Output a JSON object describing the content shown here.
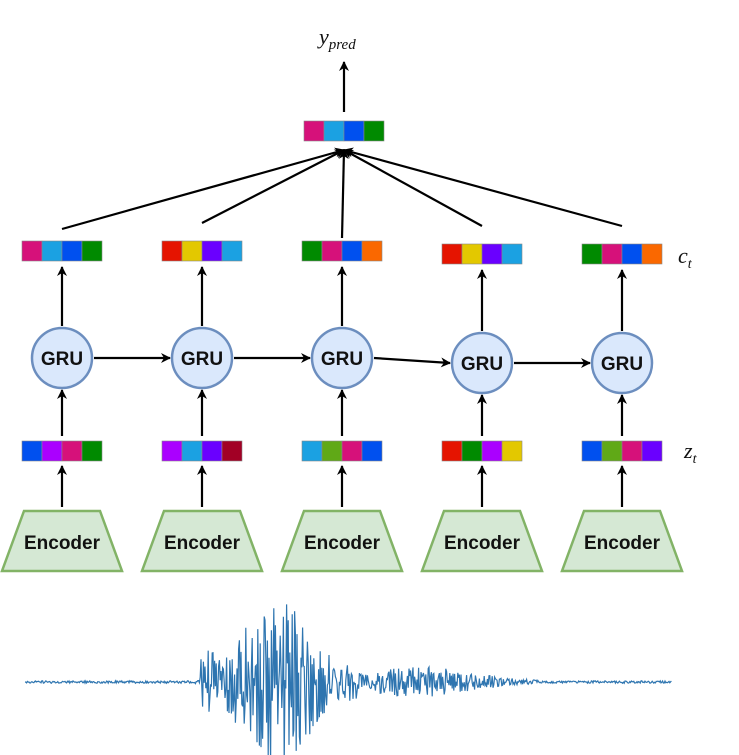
{
  "labels": {
    "output": "y",
    "output_sub": "pred",
    "context": "c",
    "context_sub": "t",
    "latent": "z",
    "latent_sub": "t"
  },
  "colors": {
    "encoder_fill": "#d5e8d4",
    "encoder_stroke": "#82b366",
    "gru_fill": "#dae8fc",
    "gru_stroke": "#6c8ebf",
    "waveform": "#2e75b0"
  },
  "output_vector": [
    "#d6117a",
    "#1ba1e2",
    "#0050ef",
    "#008a00"
  ],
  "steps": [
    {
      "encoder_label": "Encoder",
      "gru_label": "GRU",
      "z": [
        "#0050ef",
        "#aa00ff",
        "#d6117a",
        "#008a00"
      ],
      "c": [
        "#d6117a",
        "#1ba1e2",
        "#0050ef",
        "#008a00"
      ]
    },
    {
      "encoder_label": "Encoder",
      "gru_label": "GRU",
      "z": [
        "#aa00ff",
        "#1ba1e2",
        "#6a00ff",
        "#a20025"
      ],
      "c": [
        "#e51400",
        "#e3c800",
        "#6a00ff",
        "#1ba1e2"
      ]
    },
    {
      "encoder_label": "Encoder",
      "gru_label": "GRU",
      "z": [
        "#1ba1e2",
        "#60a917",
        "#d6117a",
        "#0050ef"
      ],
      "c": [
        "#008a00",
        "#d6117a",
        "#0050ef",
        "#fa6800"
      ]
    },
    {
      "encoder_label": "Encoder",
      "gru_label": "GRU",
      "z": [
        "#e51400",
        "#008a00",
        "#aa00ff",
        "#e3c800"
      ],
      "c": [
        "#e51400",
        "#e3c800",
        "#6a00ff",
        "#1ba1e2"
      ]
    },
    {
      "encoder_label": "Encoder",
      "gru_label": "GRU",
      "z": [
        "#0050ef",
        "#60a917",
        "#d6117a",
        "#6a00ff"
      ],
      "c": [
        "#008a00",
        "#d6117a",
        "#0050ef",
        "#fa6800"
      ]
    }
  ]
}
